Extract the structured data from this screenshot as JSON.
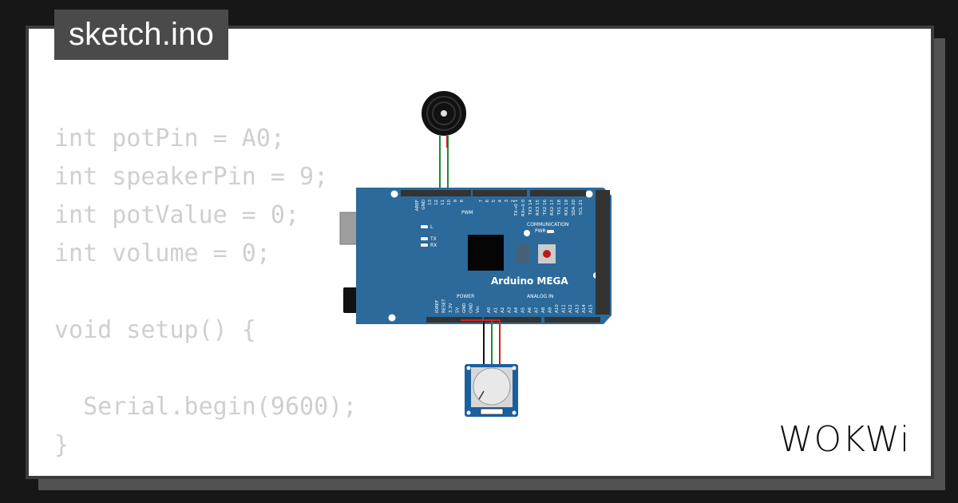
{
  "title": "sketch.ino",
  "code_lines": [
    "int potPin = A0;",
    "int speakerPin = 9;",
    "int potValue = 0;",
    "int volume = 0;",
    "",
    "void setup() {",
    "",
    "  Serial.begin(9600);",
    "}"
  ],
  "board": {
    "name": "Arduino MEGA",
    "pwm_label": "PWM",
    "power_label": "POWER",
    "analog_label": "ANALOG IN",
    "comm_label": "COMMUNICATION",
    "pwr_led_label": "PWR",
    "led_l_label": "L",
    "led_tx_label": "TX",
    "led_rx_label": "RX",
    "top_pins": [
      "AREF",
      "GND",
      "13",
      "12",
      "11",
      "10",
      "9",
      "8",
      "7",
      "6",
      "5",
      "4",
      "3",
      "2",
      "TX→0 1",
      "RX←0 0",
      "TX3 14",
      "RX3 15",
      "TX2 16",
      "RX2 17",
      "TX1 18",
      "RX1 19",
      "SDA 20",
      "SCL 21"
    ],
    "power_pins": [
      "IOREF",
      "RESET",
      "3.3V",
      "5V",
      "GND",
      "GND",
      "Vin"
    ],
    "analog_pins": [
      "A0",
      "A1",
      "A2",
      "A3",
      "A4",
      "A5",
      "A6",
      "A7",
      "A8",
      "A9",
      "A10",
      "A11",
      "A12",
      "A13",
      "A14",
      "A15"
    ]
  },
  "colors": {
    "board": "#2b6a9a",
    "wire_green": "#1f8a2e",
    "wire_red": "#d42020",
    "wire_black": "#111111"
  },
  "logo": "WOKWi"
}
